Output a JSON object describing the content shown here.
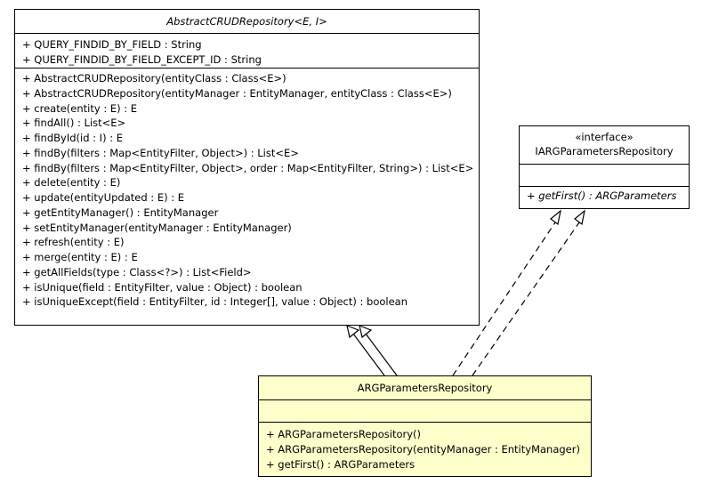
{
  "abstract_class": {
    "name": "AbstractCRUDRepository<E, I>",
    "fields": [
      "+ QUERY_FINDID_BY_FIELD : String",
      "+ QUERY_FINDID_BY_FIELD_EXCEPT_ID : String"
    ],
    "methods": [
      "+ AbstractCRUDRepository(entityClass : Class<E>)",
      "+ AbstractCRUDRepository(entityManager : EntityManager, entityClass : Class<E>)",
      "+ create(entity : E) : E",
      "+ findAll() : List<E>",
      "+ findById(id : I) : E",
      "+ findBy(filters : Map<EntityFilter, Object>) : List<E>",
      "+ findBy(filters : Map<EntityFilter, Object>, order : Map<EntityFilter, String>) : List<E>",
      "+ delete(entity : E)",
      "+ update(entityUpdated : E) : E",
      "+ getEntityManager() : EntityManager",
      "+ setEntityManager(entityManager : EntityManager)",
      "+ refresh(entity : E)",
      "+ merge(entity : E) : E",
      "+ getAllFields(type : Class<?>) : List<Field>",
      "+ isUnique(field : EntityFilter, value : Object) : boolean",
      "+ isUniqueExcept(field : EntityFilter, id : Integer[], value : Object) : boolean"
    ]
  },
  "interface": {
    "stereotype": "«interface»",
    "name": "IARGParametersRepository",
    "methods": [
      "+ getFirst() : ARGParameters"
    ]
  },
  "implementation_class": {
    "name": "ARGParametersRepository",
    "methods": [
      "+ ARGParametersRepository()",
      "+ ARGParametersRepository(entityManager : EntityManager)",
      "+ getFirst() : ARGParameters"
    ]
  },
  "colors": {
    "implementation_fill": "#ffffcc",
    "class_fill": "#ffffff",
    "line": "#000000"
  }
}
